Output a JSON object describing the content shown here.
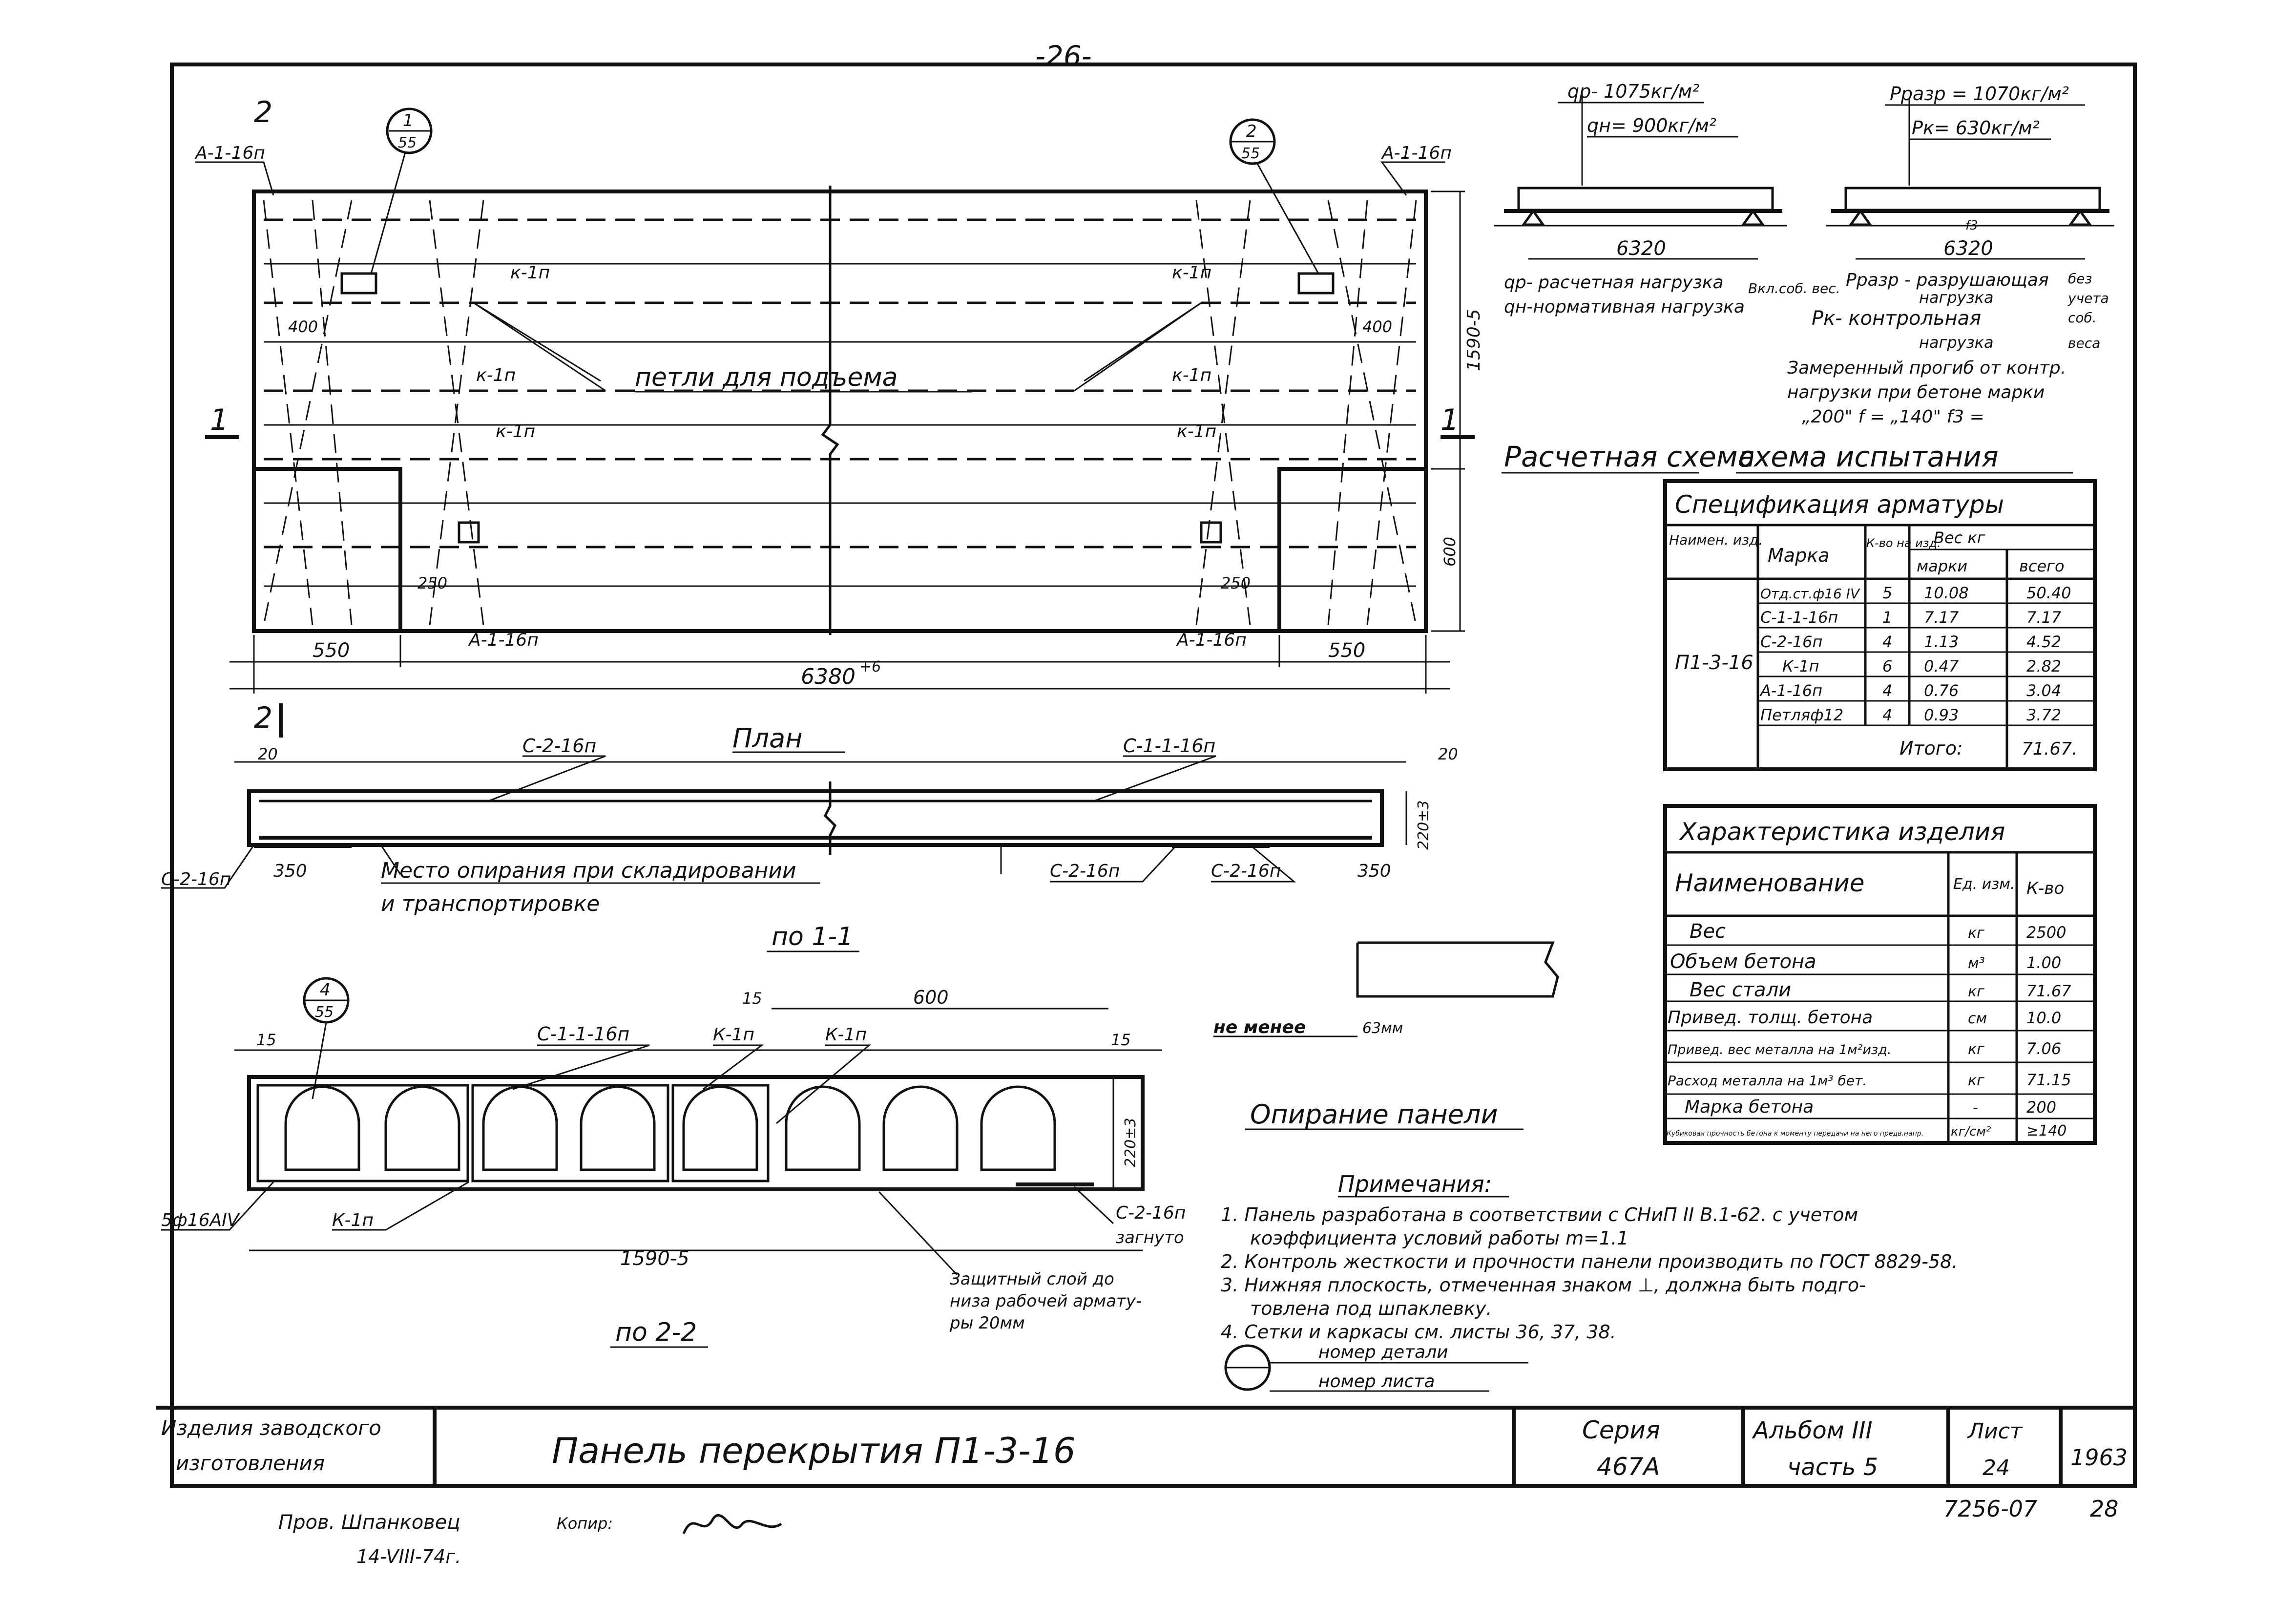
{
  "page_number": "-26-",
  "plan": {
    "title": "План",
    "section_marks": [
      "1",
      "1",
      "2",
      "2"
    ],
    "callout_left": {
      "top": "1",
      "bottom": "55"
    },
    "callout_right": {
      "top": "2",
      "bottom": "55"
    },
    "labels": {
      "a1_top_left": "А-1-16п",
      "a1_top_right": "А-1-16п",
      "a1_bottom_left": "А-1-16п",
      "a1_bottom_right": "А-1-16п",
      "k1_items": [
        "к-1п",
        "к-1п",
        "к-1п",
        "к-1п",
        "к-1п",
        "к-1п"
      ],
      "loops": "петли для подъема"
    },
    "dims": {
      "d400_left": "400",
      "d400_right": "400",
      "d250_left": "250",
      "d250_right": "250",
      "d550_left": "550",
      "d550_right": "550",
      "length": "6380",
      "length_tol": "+6",
      "width": "1590-5",
      "d600": "600"
    }
  },
  "section11": {
    "title": "по 1-1",
    "labels": {
      "c2_top": "С-2-16п",
      "c11_top": "С-1-1-16п",
      "c2_left": "С-2-16п",
      "c2_bottom1": "С-2-16п",
      "c2_bottom2": "С-2-16п",
      "support_text_1": "Место опирания при складировании",
      "support_text_2": "и транспортировке"
    },
    "dims": {
      "d20_left": "20",
      "d20_right": "20",
      "height": "220±3",
      "d350_left": "350",
      "d350_right": "350"
    }
  },
  "section22": {
    "title": "по 2-2",
    "callout": {
      "top": "4",
      "bottom": "55"
    },
    "labels": {
      "c11": "С-1-1-16п",
      "k1a": "К-1п",
      "k1b": "К-1п",
      "k1c": "К-1п",
      "bars": "5ф16АIV",
      "c2": "С-2-16п",
      "bent": "загнуто",
      "cover_1": "Защитный слой до",
      "cover_2": "низа рабочей армату-",
      "cover_3": "ры 20мм"
    },
    "dims": {
      "d15a": "15",
      "d15b": "15",
      "d15c": "15",
      "d600": "600",
      "height": "220±3",
      "width": "1590-5"
    }
  },
  "support": {
    "title": "Опирание панели",
    "not_less": "не менее",
    "d63": "63мм"
  },
  "calc_scheme": {
    "qp": "qр- 1075кг/м²",
    "qn": "qн= 900кг/м²",
    "span": "6320",
    "legend_1": "qр- расчетная нагрузка",
    "legend_2": "qн-нормативная нагрузка",
    "legend_side": "Вкл.соб. вес.",
    "title": "Расчетная схема"
  },
  "test_scheme": {
    "p_razr": "Рразр = 1070кг/м²",
    "p_k": "Рк= 630кг/м²",
    "span": "6320",
    "f3": "f3",
    "legend_1": "Рразр - разрушающая",
    "legend_2": "нагрузка",
    "legend_3": "Рк- контрольная",
    "legend_4": "нагрузка",
    "legend_side_1": "без",
    "legend_side_2": "учета",
    "legend_side_3": "соб.",
    "legend_side_4": "веса",
    "measured_1": "Замеренный прогиб от контр.",
    "measured_2": "нагрузки при бетоне марки",
    "measured_3": "„200\" f =      „140\" f3 =",
    "title": "схема испытания"
  },
  "spec": {
    "title": "Спецификация арматуры",
    "headers": {
      "name": "Наимен. изд.",
      "mark": "Марка",
      "count": "К-во на изд.",
      "weight": "Вес кг",
      "w_mark": "марки",
      "w_total": "всего"
    },
    "product": "П1-3-16",
    "rows": [
      {
        "mark": "Отд.ст.ф16 IV",
        "count": "5",
        "w": "10.08",
        "total": "50.40"
      },
      {
        "mark": "С-1-1-16п",
        "count": "1",
        "w": "7.17",
        "total": "7.17"
      },
      {
        "mark": "С-2-16п",
        "count": "4",
        "w": "1.13",
        "total": "4.52"
      },
      {
        "mark": "К-1п",
        "count": "6",
        "w": "0.47",
        "total": "2.82"
      },
      {
        "mark": "А-1-16п",
        "count": "4",
        "w": "0.76",
        "total": "3.04"
      },
      {
        "mark": "Петляф12",
        "count": "4",
        "w": "0.93",
        "total": "3.72"
      }
    ],
    "total_label": "Итого:",
    "total_value": "71.67."
  },
  "characteristics": {
    "title": "Характеристика изделия",
    "headers": {
      "name": "Наименование",
      "unit": "Ед. изм.",
      "qty": "К-во"
    },
    "rows": [
      {
        "name": "Вес",
        "unit": "кг",
        "qty": "2500"
      },
      {
        "name": "Объем бетона",
        "unit": "м³",
        "qty": "1.00"
      },
      {
        "name": "Вес стали",
        "unit": "кг",
        "qty": "71.67"
      },
      {
        "name": "Привед. толщ. бетона",
        "unit": "см",
        "qty": "10.0"
      },
      {
        "name": "Привед. вес металла на 1м²изд.",
        "unit": "кг",
        "qty": "7.06"
      },
      {
        "name": "Расход металла на 1м³ бет.",
        "unit": "кг",
        "qty": "71.15"
      },
      {
        "name": "Марка бетона",
        "unit": "-",
        "qty": "200"
      },
      {
        "name": "Кубиковая прочность бетона к моменту передачи на него предв.напр.",
        "unit": "кг/см²",
        "qty": "≥140"
      }
    ]
  },
  "notes": {
    "title": "Примечания:",
    "lines": [
      "1. Панель разработана в соответствии с СНиП II В.1-62. с учетом",
      "коэффициента условий работы m=1.1",
      "2. Контроль жесткости и прочности панели производить по ГОСТ 8829-58.",
      "3. Нижняя плоскость, отмеченная знаком ⊥, должна быть подго-",
      "товлена под шпаклевку.",
      "4. Сетки и каркасы см. листы 36, 37, 38."
    ],
    "legend_1": "номер детали",
    "legend_2": "номер листа"
  },
  "title_block": {
    "left_1": "Изделия заводского",
    "left_2": "изготовления",
    "title": "Панель   перекрытия   П1-3-16",
    "series_label": "Серия",
    "series": "467А",
    "album_label": "Альбом III",
    "album_part": "часть 5",
    "sheet_label": "Лист",
    "sheet": "24",
    "year": "1963"
  },
  "bottom": {
    "doc_no": "7256-07",
    "page": "28",
    "checked": "Пров. Шпанковец",
    "date": "14-VIII-74г.",
    "copied": "Копир:"
  }
}
